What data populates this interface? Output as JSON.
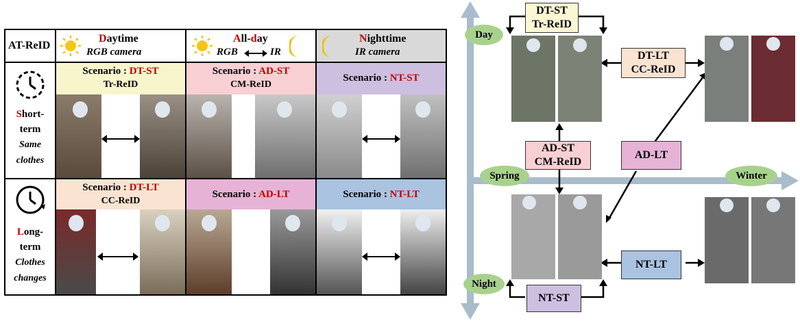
{
  "table": {
    "corner": "AT-ReID",
    "col1": {
      "t1": "D",
      "t2": "aytime",
      "sub": "RGB camera"
    },
    "col2": {
      "t1": "A",
      "t2": "ll-",
      "t3": "d",
      "t4": "ay",
      "sub_a": "RGB",
      "sub_b": "IR"
    },
    "col3": {
      "t1": "N",
      "t2": "ighttime",
      "sub": "IR camera"
    },
    "row1": {
      "a": "S",
      "b": "hort-",
      "c": "term",
      "d": "Same",
      "e": "clothes"
    },
    "row2": {
      "a": "L",
      "b": "ong-",
      "c": "term",
      "d": "Clothes",
      "e": "changes"
    },
    "cells": [
      {
        "prefix": "Scenario : ",
        "name": "DT-ST",
        "sub": "Tr-ReID",
        "bg": "#f8f4cc"
      },
      {
        "prefix": "Scenario : ",
        "name": "AD-ST",
        "sub": "CM-ReID",
        "bg": "#f8cfd3"
      },
      {
        "prefix": "Scenario : ",
        "name": "NT-ST",
        "sub": "",
        "bg": "#cdbfe0"
      },
      {
        "prefix": "Scenario : ",
        "name": "DT-LT",
        "sub": "CC-ReID",
        "bg": "#fbe3d2"
      },
      {
        "prefix": "Scenario : ",
        "name": "AD-LT",
        "sub": "",
        "bg": "#e6b3d6"
      },
      {
        "prefix": "Scenario : ",
        "name": "NT-LT",
        "sub": "",
        "bg": "#a9c3e0"
      }
    ]
  },
  "diagram": {
    "day": "Day",
    "night": "Night",
    "spring": "Spring",
    "winter": "Winter",
    "dtst": {
      "l1": "DT-ST",
      "l2": "Tr-ReID"
    },
    "dtlt": {
      "l1": "DT-LT",
      "l2": "CC-ReID"
    },
    "adst": {
      "l1": "AD-ST",
      "l2": "CM-ReID"
    },
    "adlt": "AD-LT",
    "ntlt": "NT-LT",
    "ntst": "NT-ST"
  },
  "colors": {
    "red": "#c00000",
    "axis": "#a9bccb",
    "oval": "#a9d18e",
    "sun": "#f5c518",
    "moon": "#f0c000"
  }
}
